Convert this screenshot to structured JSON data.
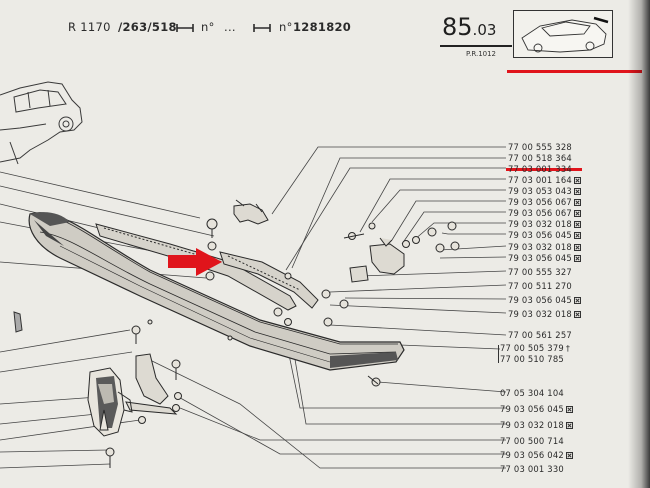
{
  "header": {
    "model": "R 1170",
    "ref_range": "/263/518",
    "from_prefix": "n°",
    "dots": "...",
    "to_prefix": "n°",
    "to_number": "1281820"
  },
  "page": {
    "number_main": "85",
    "number_sub": ".03",
    "pr_code": "P.R.1012"
  },
  "parts": [
    {
      "number": "77 00 555 328",
      "mark": ""
    },
    {
      "number": "77 00 518 364",
      "mark": ""
    },
    {
      "number": "77 03 001 334",
      "mark": ""
    },
    {
      "number": "77 03 001 164",
      "mark": "x"
    },
    {
      "number": "79 03 053 043",
      "mark": "x"
    },
    {
      "number": "79 03 056 067",
      "mark": "x"
    },
    {
      "number": "79 03 056 067",
      "mark": "x"
    },
    {
      "number": "79 03 032 018",
      "mark": "x"
    },
    {
      "number": "79 03 056 045",
      "mark": "x"
    },
    {
      "number": "79 03 032 018",
      "mark": "x"
    },
    {
      "number": "79 03 056 045",
      "mark": "x"
    },
    {
      "number": "77 00 555 327",
      "mark": ""
    },
    {
      "number": "77 00 511 270",
      "mark": ""
    },
    {
      "number": "79 03 056 045",
      "mark": "x"
    },
    {
      "number": "79 03 032 018",
      "mark": "x"
    },
    {
      "number": "77 00 561 257",
      "mark": ""
    },
    {
      "number": "77 00 505 379",
      "mark": "dagger"
    },
    {
      "number": "77 00 510 785",
      "mark": ""
    },
    {
      "number": "07 05 304 104",
      "mark": ""
    },
    {
      "number": "79 03 056 045",
      "mark": "x"
    },
    {
      "number": "79 03 032 018",
      "mark": "x"
    },
    {
      "number": "77 00 500 714",
      "mark": ""
    },
    {
      "number": "79 03 056 042",
      "mark": "x"
    },
    {
      "number": "77 03 001 330",
      "mark": ""
    }
  ],
  "dagger_symbol": "†",
  "colors": {
    "paper": "#ecebe6",
    "ink": "#2a2a2a",
    "highlight_red": "#e0141b"
  },
  "icons": {
    "mark_box": "crossed-box-icon",
    "pointer": "red-arrow-icon"
  }
}
